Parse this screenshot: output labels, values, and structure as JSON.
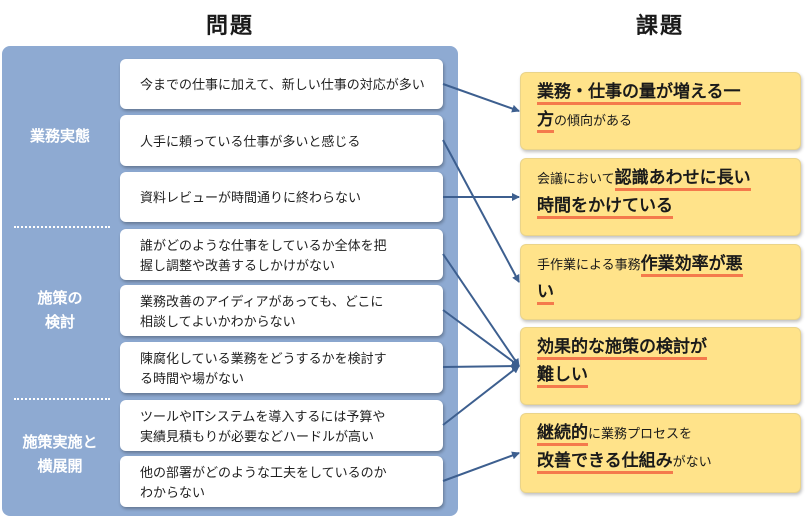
{
  "headings": {
    "left": "問題",
    "right": "課題"
  },
  "categories": [
    {
      "label_lines": [
        "業務実態"
      ]
    },
    {
      "label_lines": [
        "施策の",
        "検討"
      ]
    },
    {
      "label_lines": [
        "施策実施と",
        "横展開"
      ]
    }
  ],
  "problems": [
    {
      "lines": [
        "今までの仕事に加えて、新しい仕事の対応が多い"
      ]
    },
    {
      "lines": [
        "人手に頼っている仕事が多いと感じる"
      ]
    },
    {
      "lines": [
        "資料レビューが時間通りに終わらない"
      ]
    },
    {
      "lines": [
        "誰がどのような仕事をしているか全体を把",
        "握し調整や改善するしかけがない"
      ]
    },
    {
      "lines": [
        "業務改善のアイディアがあっても、どこに",
        "相談してよいかわからない"
      ]
    },
    {
      "lines": [
        "陳腐化している業務をどうするかを検討す",
        "る時間や場がない"
      ]
    },
    {
      "lines": [
        "ツールやITシステムを導入するには予算や",
        "実績見積もりが必要などハードルが高い"
      ]
    },
    {
      "lines": [
        "他の部署がどのような工夫をしているのか",
        "わからない"
      ]
    }
  ],
  "issues": [
    {
      "line1": [
        {
          "text": "業務・仕事の量が増える一",
          "em": true
        }
      ],
      "line2": [
        {
          "text": "方",
          "em": true
        },
        {
          "text": "の傾向がある",
          "em": false
        }
      ]
    },
    {
      "line1": [
        {
          "text": "会議において",
          "em": false
        },
        {
          "text": "認識あわせに長い",
          "em": true
        }
      ],
      "line2": [
        {
          "text": "時間をかけている",
          "em": true
        }
      ]
    },
    {
      "line1": [
        {
          "text": "手作業による事務",
          "em": false
        },
        {
          "text": "作業効率が悪",
          "em": true
        }
      ],
      "line2": [
        {
          "text": "い",
          "em": true
        }
      ]
    },
    {
      "line1": [
        {
          "text": "効果的な施策の検討が",
          "em": true
        }
      ],
      "line2": [
        {
          "text": "難しい",
          "em": true
        }
      ]
    },
    {
      "line1": [
        {
          "text": "継続的",
          "em": true
        },
        {
          "text": "に業務プロセスを",
          "em": false
        }
      ],
      "line2": [
        {
          "text": "改善できる仕組み",
          "em": true
        },
        {
          "text": "がない",
          "em": false
        }
      ]
    }
  ],
  "connections": [
    {
      "from": 0,
      "to": 0
    },
    {
      "from": 1,
      "to": 2
    },
    {
      "from": 2,
      "to": 1
    },
    {
      "from": 3,
      "to": 3
    },
    {
      "from": 4,
      "to": 3
    },
    {
      "from": 5,
      "to": 3
    },
    {
      "from": 6,
      "to": 3
    },
    {
      "from": 7,
      "to": 4
    }
  ],
  "colors": {
    "panel": "#8eaad2",
    "issue_fill": "#ffe38a",
    "emphasis_underline": "#f47a4c",
    "arrow": "#3d5f8f"
  }
}
